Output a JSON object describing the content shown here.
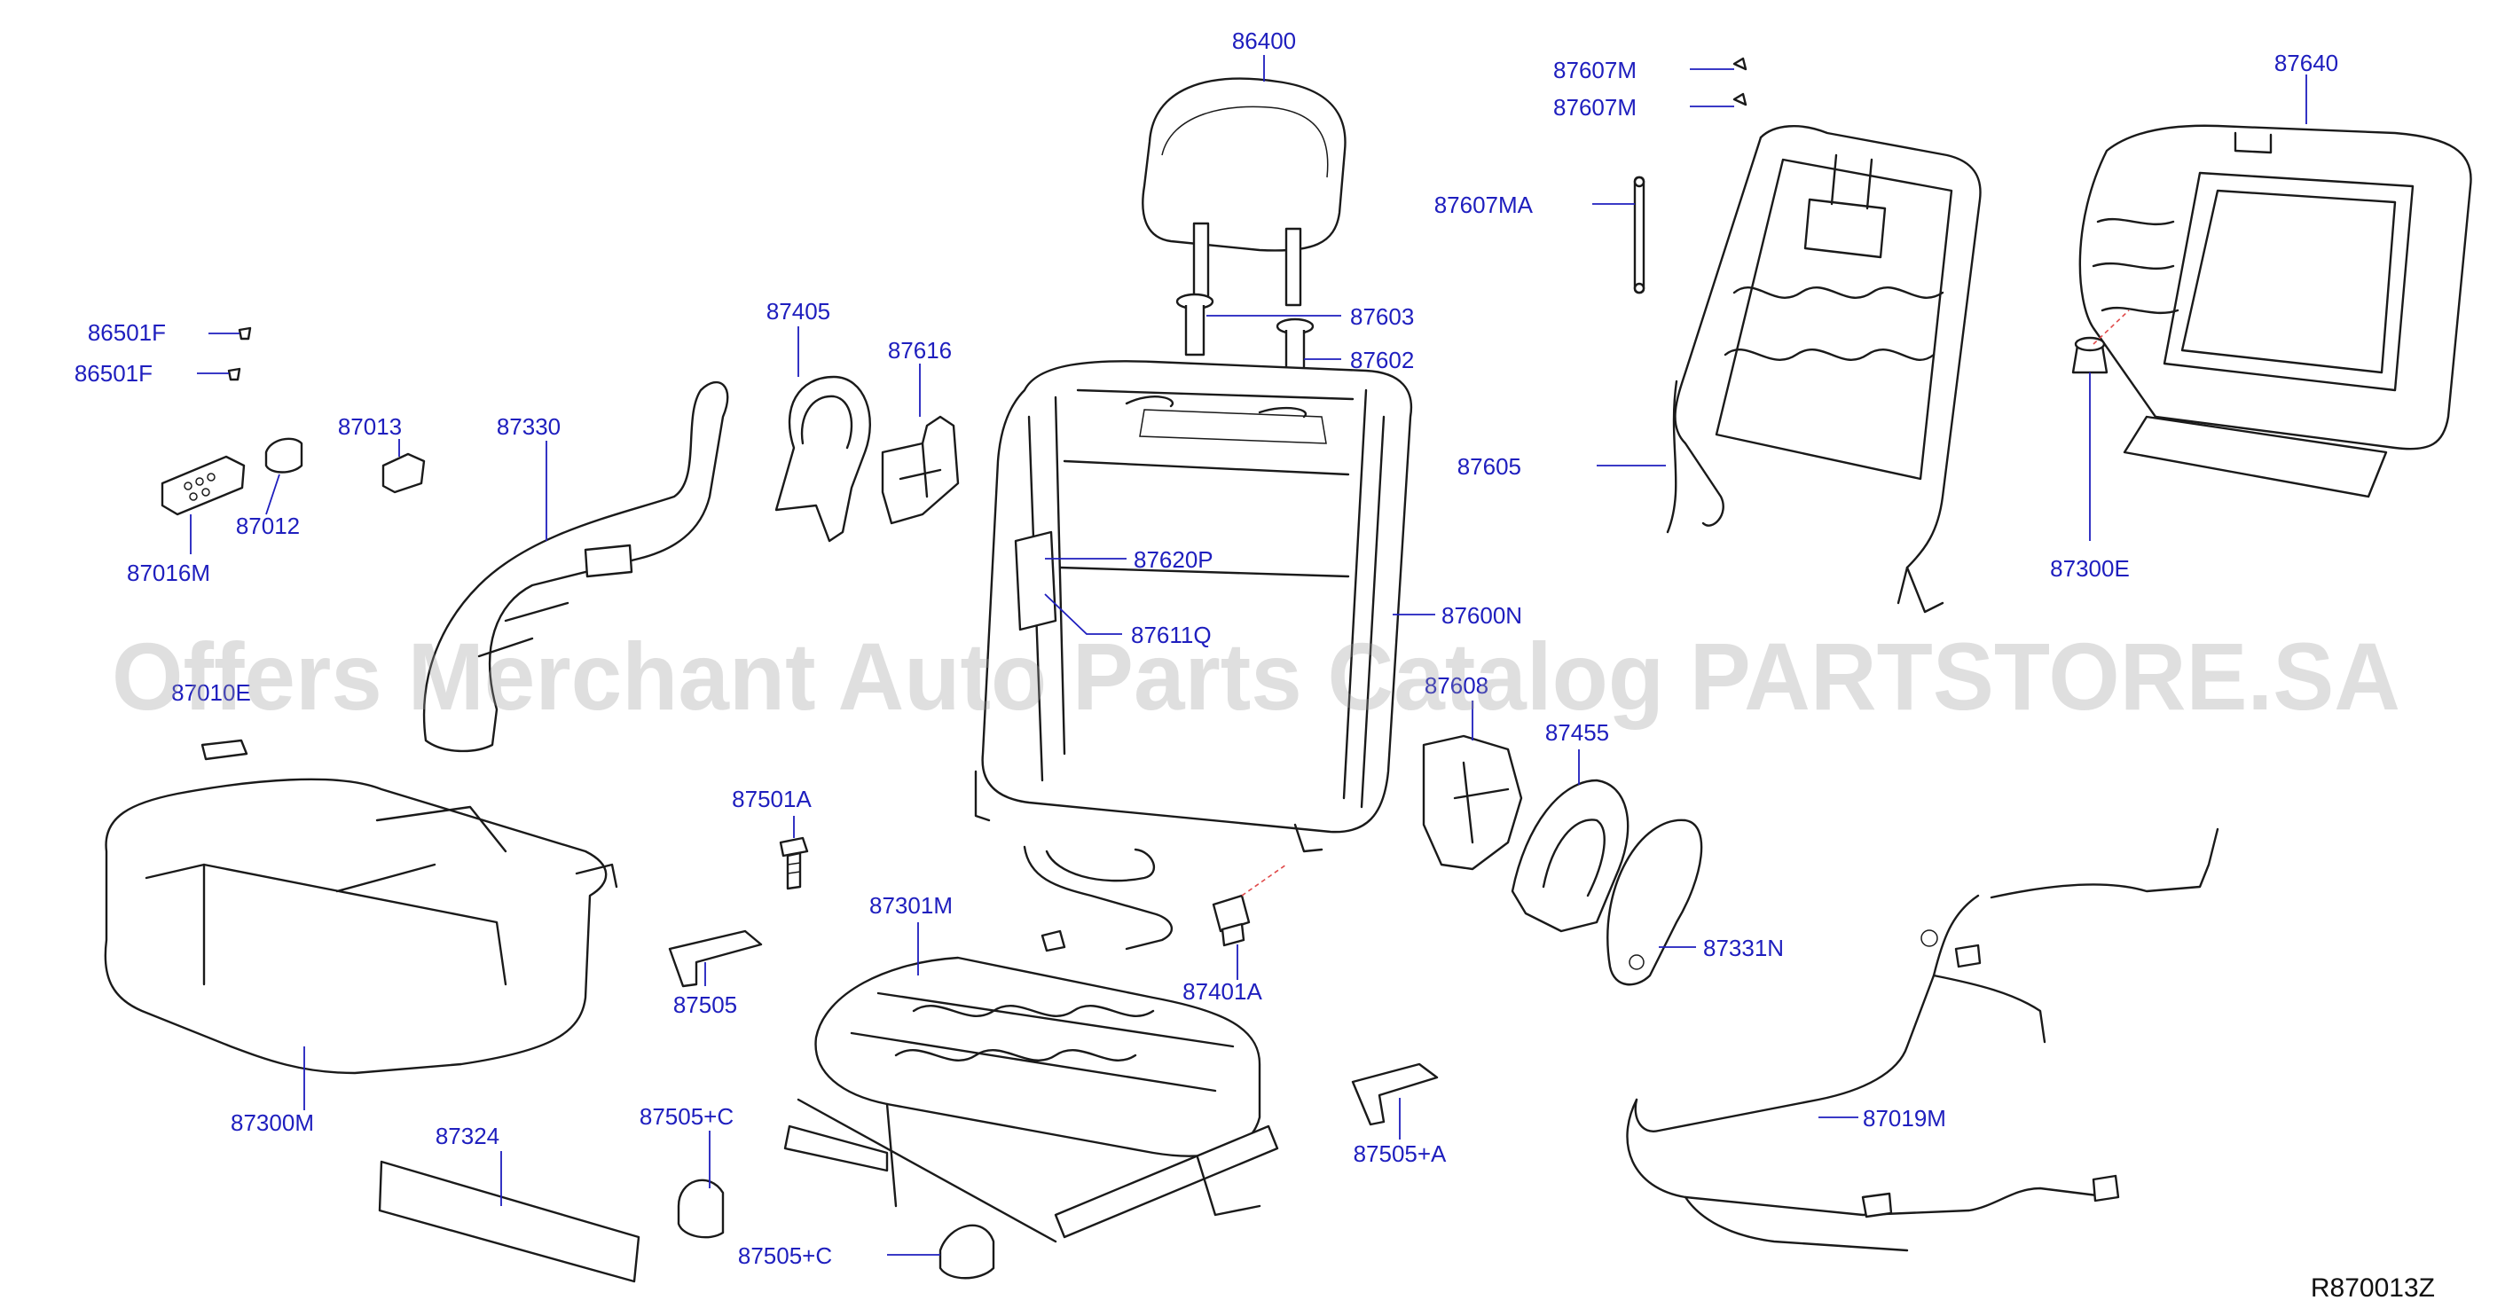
{
  "diagram": {
    "labels": {
      "p86400": "86400",
      "p87607M_1": "87607M",
      "p87607M_2": "87607M",
      "p87640": "87640",
      "p87607MA": "87607MA",
      "p86501F_1": "86501F",
      "p86501F_2": "86501F",
      "p87405": "87405",
      "p87603": "87603",
      "p87616": "87616",
      "p87602": "87602",
      "p87013": "87013",
      "p87330": "87330",
      "p87605": "87605",
      "p87012": "87012",
      "p87016M": "87016M",
      "p87620P": "87620P",
      "p87300E": "87300E",
      "p87611Q": "87611Q",
      "p87600N": "87600N",
      "p87010E": "87010E",
      "p87608": "87608",
      "p87455": "87455",
      "p87501A": "87501A",
      "p87301M": "87301M",
      "p87331N": "87331N",
      "p87401A": "87401A",
      "p87505": "87505",
      "p87300M": "87300M",
      "p87324": "87324",
      "p87505C_1": "87505+C",
      "p87505A": "87505+A",
      "p87019M": "87019M",
      "p87505C_2": "87505+C"
    },
    "code": "R870013Z",
    "watermark": "Offers Merchant Auto Parts Catalog PARTSTORE.SA"
  }
}
